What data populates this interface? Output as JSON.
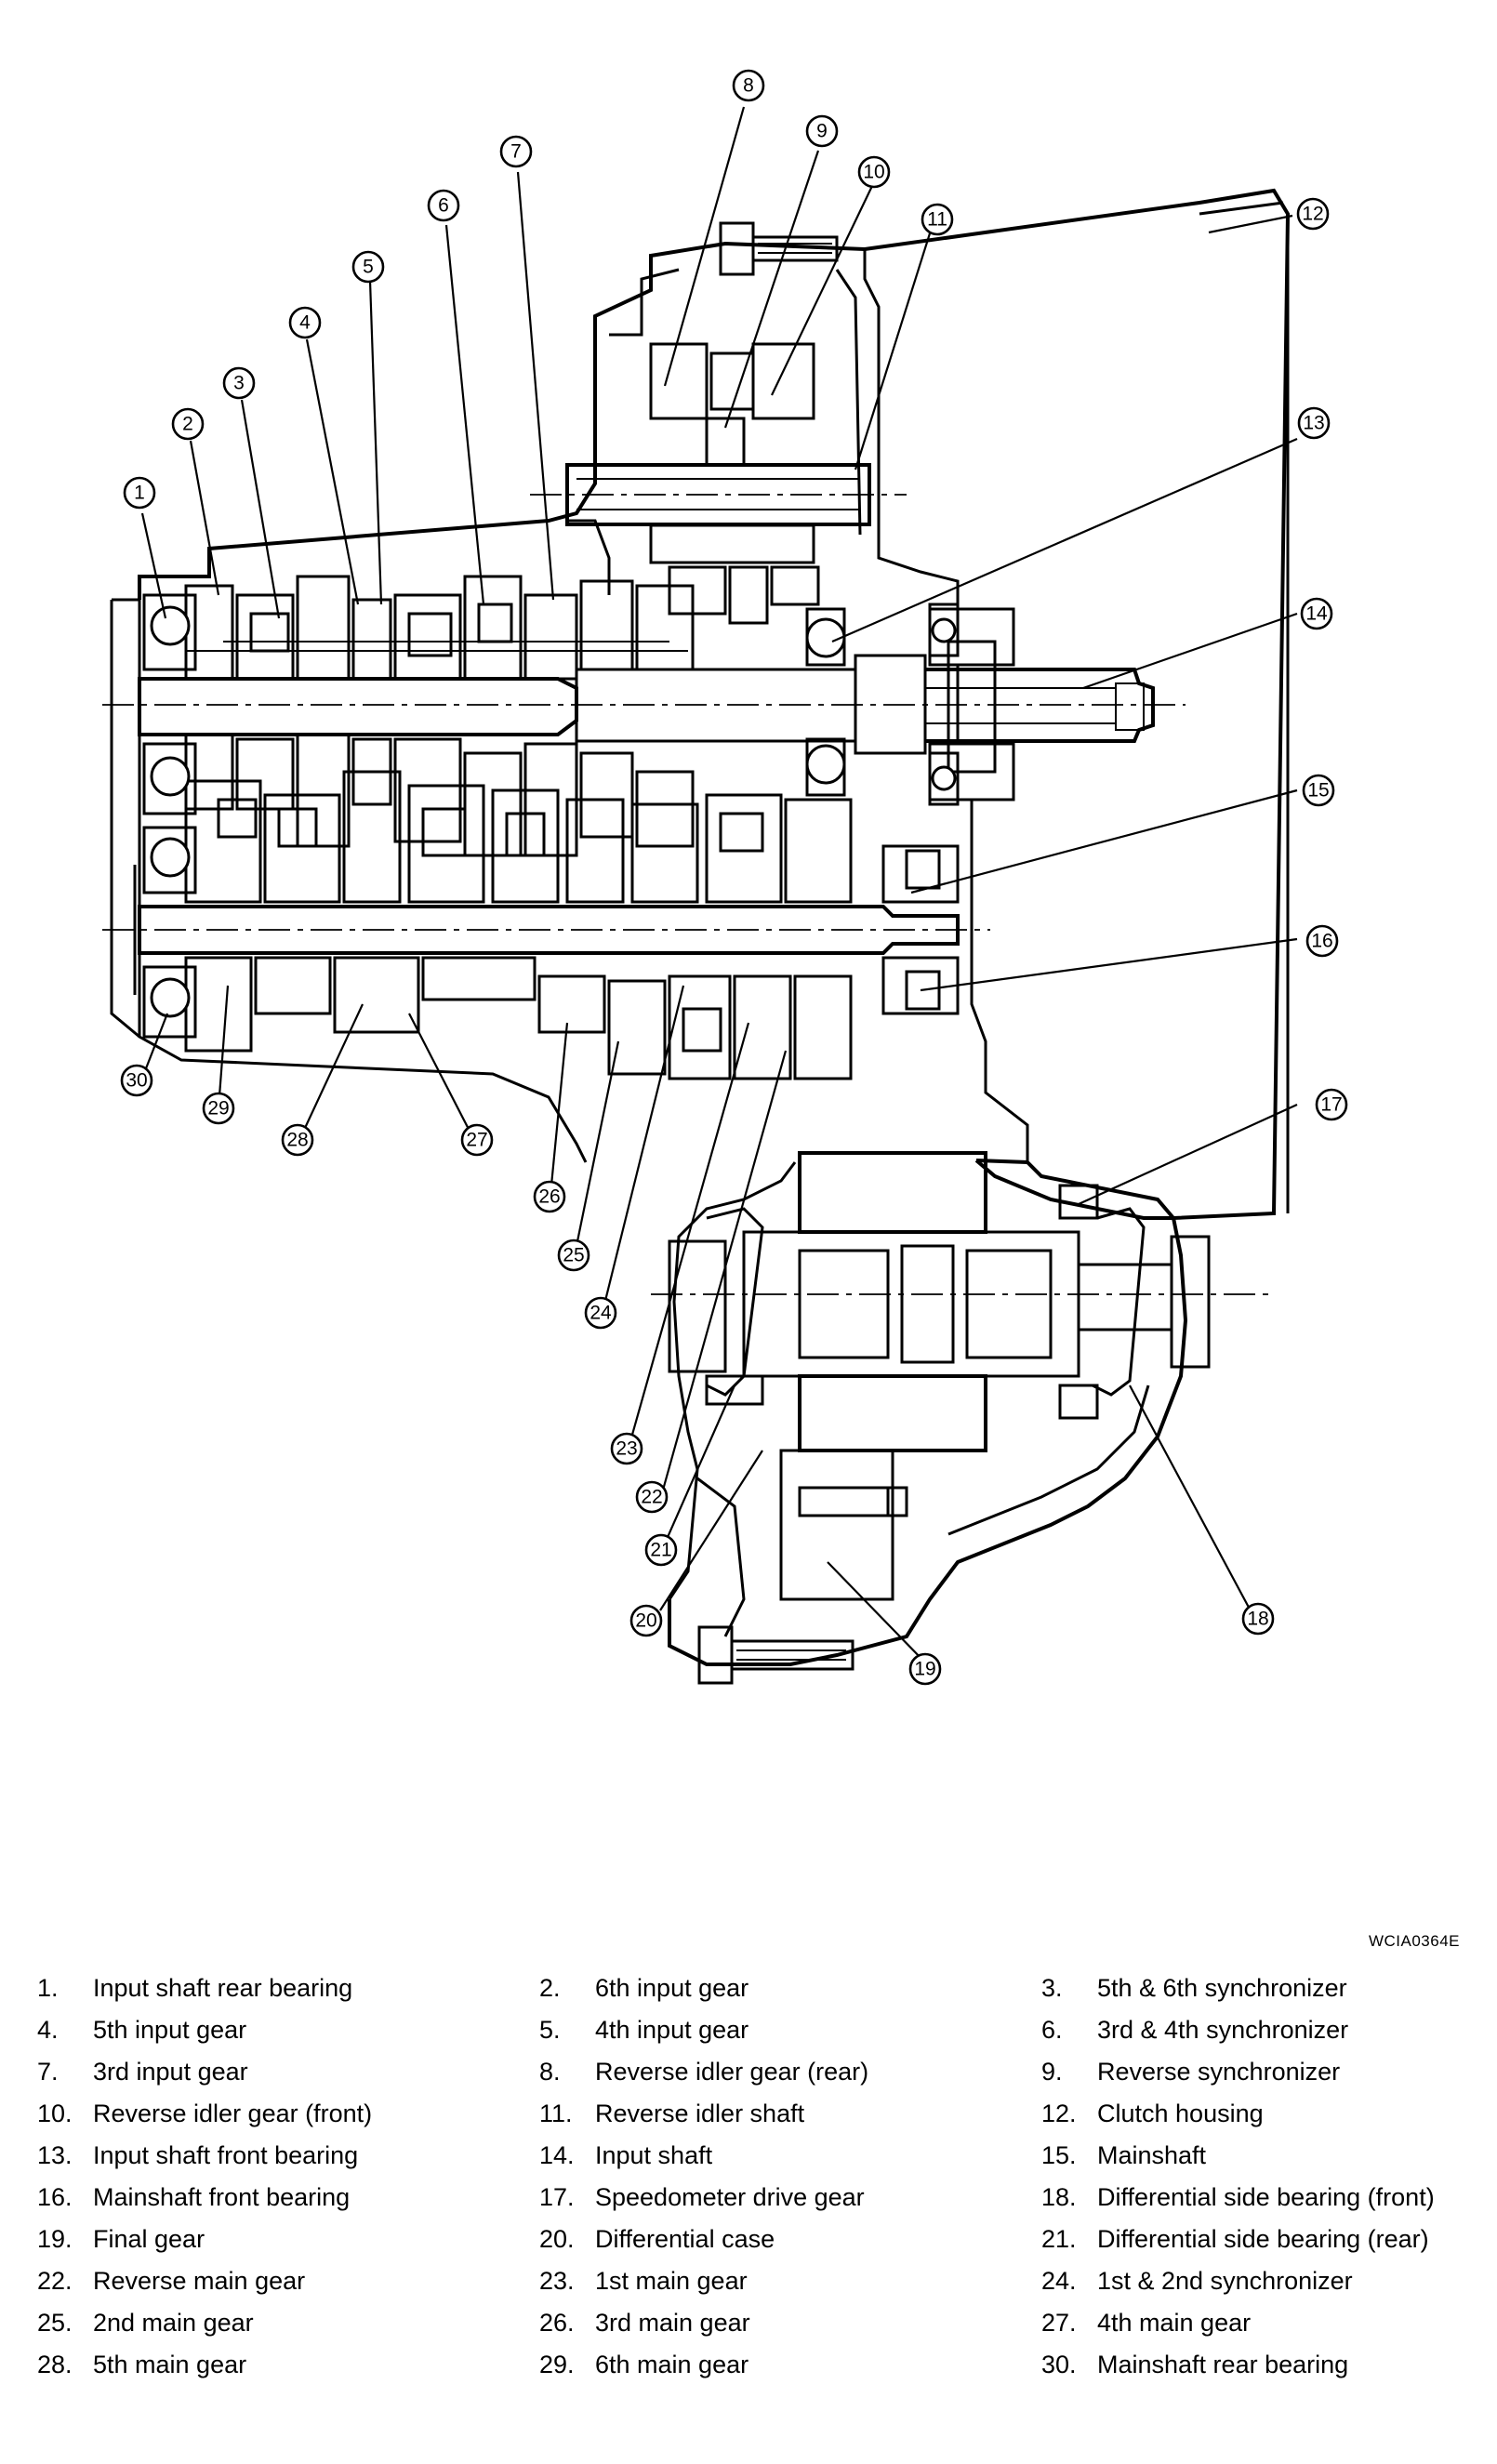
{
  "figure_code": "WCIA0364E",
  "parts": [
    {
      "num": "1.",
      "id": "1",
      "label": "Input shaft rear bearing"
    },
    {
      "num": "2.",
      "id": "2",
      "label": "6th input gear"
    },
    {
      "num": "3.",
      "id": "3",
      "label": "5th & 6th synchronizer"
    },
    {
      "num": "4.",
      "id": "4",
      "label": "5th input gear"
    },
    {
      "num": "5.",
      "id": "5",
      "label": "4th input gear"
    },
    {
      "num": "6.",
      "id": "6",
      "label": "3rd & 4th synchronizer"
    },
    {
      "num": "7.",
      "id": "7",
      "label": "3rd input gear"
    },
    {
      "num": "8.",
      "id": "8",
      "label": "Reverse idler gear (rear)"
    },
    {
      "num": "9.",
      "id": "9",
      "label": "Reverse synchronizer"
    },
    {
      "num": "10.",
      "id": "10",
      "label": "Reverse idler gear (front)"
    },
    {
      "num": "11.",
      "id": "11",
      "label": "Reverse idler shaft"
    },
    {
      "num": "12.",
      "id": "12",
      "label": "Clutch housing"
    },
    {
      "num": "13.",
      "id": "13",
      "label": "Input shaft front bearing"
    },
    {
      "num": "14.",
      "id": "14",
      "label": "Input shaft"
    },
    {
      "num": "15.",
      "id": "15",
      "label": "Mainshaft"
    },
    {
      "num": "16.",
      "id": "16",
      "label": "Mainshaft front bearing"
    },
    {
      "num": "17.",
      "id": "17",
      "label": "Speedometer drive gear"
    },
    {
      "num": "18.",
      "id": "18",
      "label": "Differential side bearing (front)"
    },
    {
      "num": "19.",
      "id": "19",
      "label": "Final gear"
    },
    {
      "num": "20.",
      "id": "20",
      "label": "Differential case"
    },
    {
      "num": "21.",
      "id": "21",
      "label": "Differential side bearing (rear)"
    },
    {
      "num": "22.",
      "id": "22",
      "label": "Reverse main gear"
    },
    {
      "num": "23.",
      "id": "23",
      "label": "1st main gear"
    },
    {
      "num": "24.",
      "id": "24",
      "label": "1st & 2nd synchronizer"
    },
    {
      "num": "25.",
      "id": "25",
      "label": "2nd main gear"
    },
    {
      "num": "26.",
      "id": "26",
      "label": "3rd main gear"
    },
    {
      "num": "27.",
      "id": "27",
      "label": "4th main gear"
    },
    {
      "num": "28.",
      "id": "28",
      "label": "5th main gear"
    },
    {
      "num": "29.",
      "id": "29",
      "label": "6th main gear"
    },
    {
      "num": "30.",
      "id": "30",
      "label": "Mainshaft rear bearing"
    }
  ]
}
